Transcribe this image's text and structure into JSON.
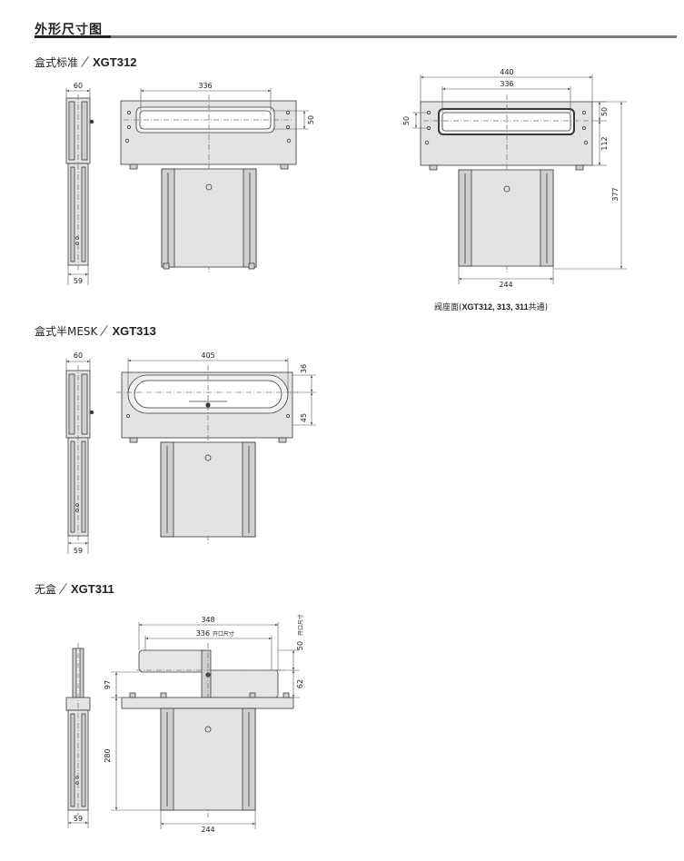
{
  "page_title": "外形尺寸图",
  "sections": {
    "xgt312": {
      "prefix": "盒式标准",
      "model": "XGT312"
    },
    "xgt313": {
      "prefix": "盒式半MESK",
      "model": "XGT313"
    },
    "xgt311": {
      "prefix": "无盒",
      "model": "XGT311"
    }
  },
  "caption": {
    "prefix": "阀座面(",
    "models": "XGT312, 313, 311",
    "suffix": "共通)"
  },
  "dims": {
    "d312_side_top": "60",
    "d312_side_bottom": "59",
    "d312_front_width": "336",
    "d312_front_h": "50",
    "dv_width_total": "440",
    "dv_width_opening": "336",
    "dv_left_h": "50",
    "dv_right_h": "50",
    "dv_112": "112",
    "dv_377": "377",
    "dv_244": "244",
    "d313_side_top": "60",
    "d313_side_bottom": "59",
    "d313_width": "405",
    "d313_h36": "36",
    "d313_h45": "45",
    "d311_348": "348",
    "d311_336": "336",
    "d311_336_note": "开口尺寸",
    "d311_50": "50",
    "d311_50_note": "开口尺寸",
    "d311_62": "62",
    "d311_97": "97",
    "d311_280": "280",
    "d311_side_bottom": "59",
    "d311_244": "244"
  },
  "colors": {
    "fill": "#e3e3e3",
    "fill_dark": "#cfcfcf",
    "line": "#3a3a3a",
    "dim": "#555555",
    "rule": "#7a7a7a"
  }
}
